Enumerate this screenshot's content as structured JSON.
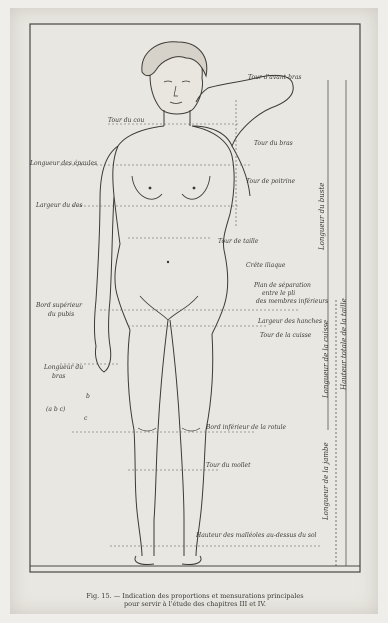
{
  "labels": {
    "tour_avant_bras": "Tour d'avant-bras",
    "tour_du_cou": "Tour du cou",
    "longueur_epaules": "Longueur des épaules",
    "tour_du_bras": "Tour du bras",
    "largeur_poitrine_dos": "Largeur du dos",
    "tour_de_poitrine": "Tour de poitrine",
    "tour_de_taille": "Tour de taille",
    "crete_iliaque": "Crête iliaque",
    "plan_separation": "Plan de séparation",
    "plan_separation_2": "entre le pli",
    "plan_separation_3": "des membres inférieurs",
    "bord_superieur_pubis": "Bord supérieur",
    "bord_superieur_pubis_2": "du pubis",
    "largeur_hanches": "Largeur des hanches",
    "tour_cuisse": "Tour de la cuisse",
    "longueur_bras": "Longueur du",
    "longueur_bras_2": "bras",
    "abc": "(a b c)",
    "bord_inferieur_rotule": "Bord inférieur de la rotule",
    "tour_mollet": "Tour du mollet",
    "hauteur_malleole": "Hauteur des malléoles au-dessus du sol"
  },
  "vertical_labels": {
    "longueur_buste": "Longueur du buste",
    "hauteur_totale": "Hauteur totale de la taille",
    "longueur_membre_inf": "Longueur de la cuisse",
    "longueur_jambe": "Longueur de la jambe"
  },
  "caption": {
    "line1": "Fig. 15. — Indication des proportions et mensurations principales",
    "line2": "pour servir à l'étude des chapitres III et IV."
  }
}
